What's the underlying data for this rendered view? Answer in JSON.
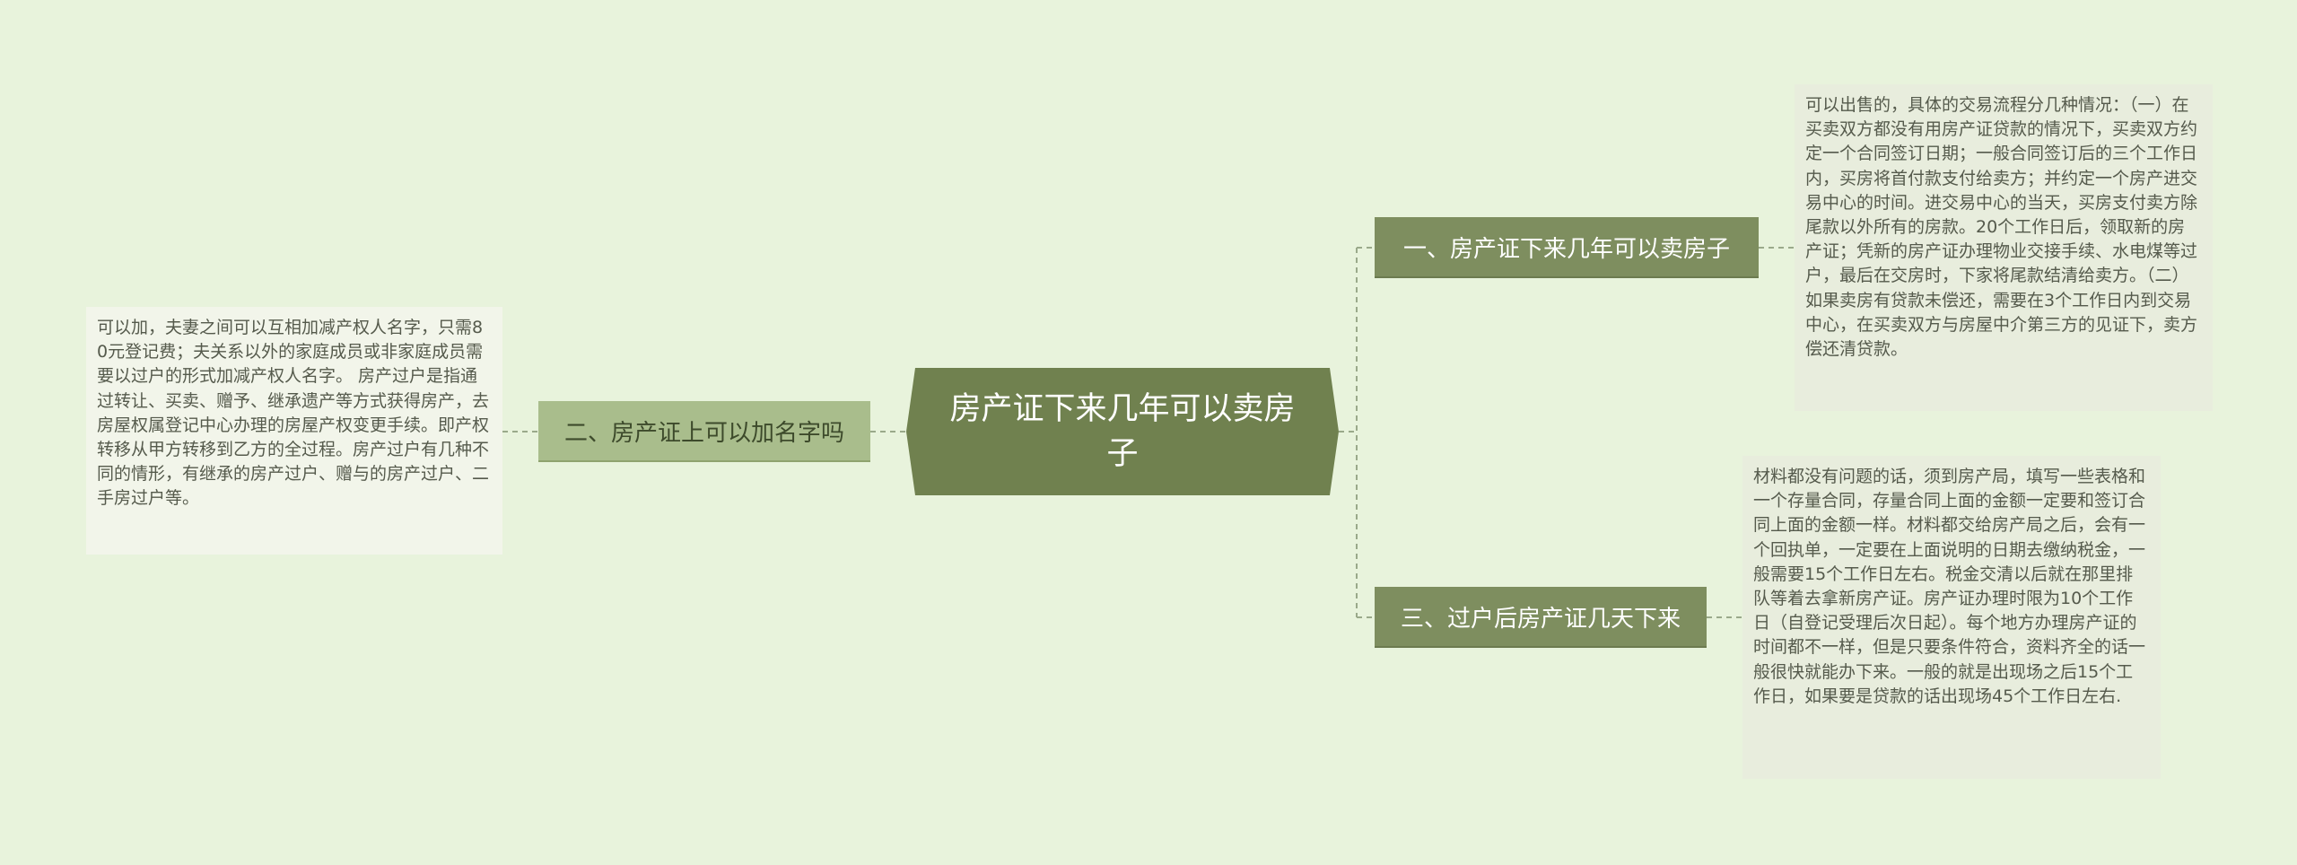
{
  "mindmap": {
    "center": "房产证下来几年可以卖房子",
    "branches": [
      {
        "title": "一、房产证下来几年可以卖房子",
        "detail": "可以出售的，具体的交易流程分几种情况：（一）在买卖双方都没有用房产证贷款的情况下，买卖双方约定一个合同签订日期；一般合同签订后的三个工作日内，买房将首付款支付给卖方；并约定一个房产进交易中心的时间。进交易中心的当天，买房支付卖方除尾款以外所有的房款。20个工作日后，领取新的房产证；凭新的房产证办理物业交接手续、水电煤等过户，最后在交房时，下家将尾款结清给卖方。（二）如果卖房有贷款未偿还，需要在3个工作日内到交易中心，在买卖双方与房屋中介第三方的见证下，卖方偿还清贷款。"
      },
      {
        "title": "二、房产证上可以加名字吗",
        "detail": "可以加，夫妻之间可以互相加减产权人名字，只需80元登记费；夫关系以外的家庭成员或非家庭成员需要以过户的形式加减产权人名字。 房产过户是指通过转让、买卖、赠予、继承遗产等方式获得房产，去房屋权属登记中心办理的房屋产权变更手续。即产权转移从甲方转移到乙方的全过程。房产过户有几种不同的情形，有继承的房产过户、赠与的房产过户、二手房过户等。"
      },
      {
        "title": "三、过户后房产证几天下来",
        "detail": "材料都没有问题的话，须到房产局，填写一些表格和一个存量合同，存量合同上面的金额一定要和签订合同上面的金额一样。材料都交给房产局之后，会有一个回执单，一定要在上面说明的日期去缴纳税金，一般需要15个工作日左右。税金交清以后就在那里排队等着去拿新房产证。房产证办理时限为10个工作日（自登记受理后次日起）。每个地方办理房产证的时间都不一样，但是只要条件符合，资料齐全的话一般很快就能办下来。一般的就是出现场之后15个工作日，如果要是贷款的话出现场45个工作日左右."
      }
    ]
  },
  "colors": {
    "background": "#e8f3dc",
    "center": "#70814f",
    "branch_dark": "#7e8e5f",
    "branch_light": "#a9bd8c",
    "note": "#f2f5ea",
    "link": "#9aa98a"
  }
}
